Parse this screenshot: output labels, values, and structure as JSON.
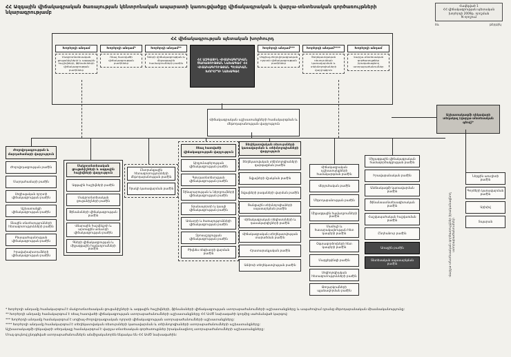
{
  "page": {
    "title": "ՀՀ Ազգային վիճակագրական ծառայության կենտրոնական ապարատի կառուցվածքը վիճակագրական և վարչա-տնտեսական գործառույթների նկարագրությամբ",
    "annex": "Հավելված 1\nՀՀ վիճակագրության պետական խորհրդի 2009թ. որոշման\nN որոշում",
    "corner_left": "ձև",
    "corner_right": "թերթիկ"
  },
  "council": {
    "title": "ՀՀ վիճակագրության պետական խորհուրդ",
    "president": "ՀՀ ԱԶԳԱՅԻՆ ՎԻՃԱԿԱԳՐԱԿԱՆ ԾԱՌԱՅՈՒԹՅԱՆ ՆԱԽԱԳԱՀ՝ ՀՀ ՎԻՃԱԿԱԳՐՈՒԹՅԱՆ ՊԵՏԱԿԱՆ ԽՈՐՀՐԴԻ ՆԱԽԱԳԱՀ",
    "members_left": [
      {
        "label": "Խորհրդի անդամ",
        "note": "Մակրոտնտեսական ցուցանիշների և ազգային հաշիվների, ֆինանսների վիճակագրության բաժիններ"
      },
      {
        "label": "Խորհրդի անդամ*",
        "note": "Ռեալ հատվածի վիճակագրության բաժիններ"
      },
      {
        "label": "Խորհրդի անդամ**",
        "note": "Գների վիճակագրության և միջազգային համադրումների բաժին"
      }
    ],
    "members_right": [
      {
        "label": "Խորհրդի անդամ***",
        "note": "Սոցիալ-ժողովրդագրական ոլորտի վիճակագրության բաժիններ"
      },
      {
        "label": "Խորհրդի անդամ****",
        "note": "Տեղեկատվական ռեսուրսների կառավարման և տեխնոլոգիաների վարչություն"
      },
      {
        "label": "Խորհրդի անդամ",
        "note": "Վարչա-տնտեսական գործառույթներ իրականացնող ստորաբաժանումներ"
      }
    ]
  },
  "coordination": {
    "label": "Վիճակագրական աշխատանքների համակարգման և մեթոդաբանության վարչություն"
  },
  "staff_head": {
    "label": "Աշխատակազմի ղեկավարի տեղակալ (վարչա-տնտեսական գծով)*"
  },
  "side_caption": "Վարչա-տնտեսական գործառույթներ իրականացնող ստորաբաժանումներ",
  "groups": {
    "g1": {
      "header": "Ժողովրդագրության և մարդահամարի վարչություն",
      "boxes": [
        "Ժողովրդագրության բաժին",
        "Մարդահամարի բաժին",
        "Սոցիալական ոլորտի վիճակագրության բաժին",
        "Աշխատանքի վիճակագրության բաժին",
        "Տնային տնտեսությունների հետազոտությունների բաժին",
        "Բնապահպանության վիճակագրության բաժին",
        "Իրավախախտումների վիճակագրության բաժին"
      ]
    },
    "g2": {
      "header": "Մակրոտնտեսական ցուցանիշների և ազգային հաշիվների վարչություն",
      "boxes": [
        "Ազգային հաշիվների բաժին",
        "Մակրոտնտեսական ցուցանիշների բաժին",
        "Ֆինանսների վիճակագրության բաժին",
        "Վճարային հաշվեկշռի և արտաքին առևտրի վիճակագրության բաժին",
        "Գների վիճակագրության և միջազգային համադրումների բաժին"
      ]
    },
    "g3": {
      "boxes": [
        "Ընտրանքային հետազոտությունների մեթոդաբանության բաժին",
        "Որակի կառավարման բաժին"
      ]
    },
    "g4": {
      "header": "Ռեալ հատվածի վիճակագրության վարչություն",
      "boxes": [
        "Արդյունաբերության վիճակագրության բաժին",
        "Գյուղատնտեսության վիճակագրության բաժին",
        "Շինարարության և ներդրումների վիճակագրության բաժին",
        "Տրանսպորտի և կապի վիճակագրության բաժին",
        "Առևտրի և ծառայությունների վիճակագրության բաժին",
        "Զբոսաշրջության վիճակագրության բաժին",
        "Բիզնես ռեգիստրի վարման բաժին"
      ]
    },
    "g5": {
      "header": "Տեղեկատվական ռեսուրսների կառավարման և տեխնոլոգիաների վարչություն",
      "boxes": [
        "Տեղեկատվական տեխնոլոգիաների զարգացման բաժին",
        "Տվյալների մշակման բաժին",
        "Տվյալների բազաների վարման բաժին",
        "Ցանցային տեխնոլոգիաների սպասարկման բաժին",
        "Վիճակագրական ռեգիստրների և դասակարգիչների բաժին",
        "Վիճակագրական տեղեկատվության տարածման բաժին",
        "Հրատարակչական բաժին",
        "Ամփոփ տեղեկատվության բաժին"
      ]
    },
    "g6": {
      "boxes": [
        "Վիճակագրական աշխատանքների համակարգման բաժին",
        "Վերլուծական բաժին",
        "Մեթոդաբանության բաժին",
        "Միջազգային համադրումների բաժին",
        "Մամուլի և հասարակայնության հետ կապերի բաժին",
        "Օգտագործողների հետ կապերի բաժին",
        "Մարքեթինգի բաժին",
        "Սոցիոլոգիական հետազոտությունների բաժին",
        "Թողարկումների պլանավորման բաժին"
      ]
    },
    "g7": {
      "boxes": [
        "Միջազգային վիճակագրական համագործակցության բաժին",
        "Իրավաբանական բաժին",
        "Անձնակազմի կառավարման բաժին",
        "Ֆինանսատնտեսագիտական բաժին",
        "Հաշվապահական հաշվառման բաժին",
        "Ընդհանուր բաժին",
        {
          "label": "Առաջին բաժին",
          "dark": true
        },
        {
          "label": "Տնտեսական սպասարկման բաժին",
          "dark": true
        }
      ]
    },
    "g8": {
      "boxes": [
        "Ներքին աուդիտի բաժին",
        "Գործերի կառավարման բաժին",
        "Արխիվ",
        "Տպարան"
      ]
    }
  },
  "footnotes": [
    "* Խորհրդի անդամը համակարգում է մակրոտնտեսական ցուցանիշների և ազգային հաշիվների, ֆինանսների վիճակագրության ստորաբաժանումների աշխատանքները և ապահովում դրանց մեթոդաբանական միասնականությունը:",
    "** Խորհրդի անդամը համակարգում է ռեալ հատվածի վիճակագրության ստորաբաժանումների աշխատանքները ՀՀ ԱՎԾ նախագահի կողմից սահմանված կարգով:",
    "*** Խորհրդի անդամը համակարգում է սոցիալ-ժողովրդագրական ոլորտի վիճակագրության ստորաբաժանումների աշխատանքները:",
    "**** Խորհրդի անդամը համակարգում է տեղեկատվական ռեսուրսների կառավարման և տեխնոլոգիաների ստորաբաժանումների աշխատանքները:",
    "Աշխատակազմի ղեկավարի տեղակալը համակարգում է վարչա-տնտեսական գործառույթներ իրականացնող ստորաբաժանումների աշխատանքները:",
    "Մուգ գույնով ընդգծված ստորաբաժանումներն անմիջականորեն ենթակա են ՀՀ ԱՎԾ նախագահին:"
  ]
}
